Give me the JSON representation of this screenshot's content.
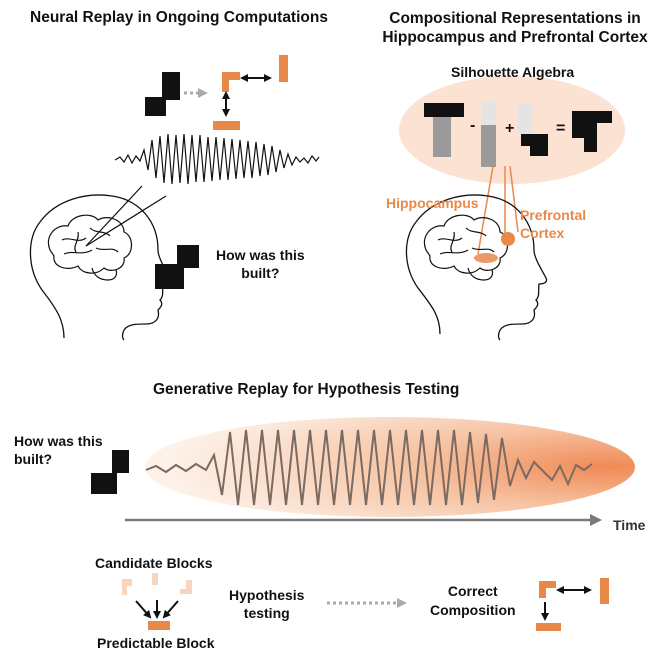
{
  "colors": {
    "orange": "#e8894a",
    "light_orange": "#f7d6bf",
    "pale_peach": "#fbe2d2",
    "black": "#111111",
    "grey": "#9a9a9a",
    "dashed_arrow": "#aaaaaa",
    "wave": "#7a6a62"
  },
  "top_left": {
    "title": "Neural Replay in Ongoing Computations",
    "question_line1": "How was this",
    "question_line2": "built?"
  },
  "top_right": {
    "title_line1": "Compositional Representations in",
    "title_line2": "Hippocampus and Prefrontal Cortex",
    "algebra_label": "Silhouette Algebra",
    "minus_sign": "-",
    "plus_sign": "+",
    "equals_sign": "=",
    "hippocampus_label": "Hippocampus",
    "prefrontal_line1": "Prefrontal",
    "prefrontal_line2": "Cortex"
  },
  "bottom": {
    "title": "Generative Replay for Hypothesis Testing",
    "question_line1": "How was this",
    "question_line2": "built?",
    "time_label": "Time",
    "candidate_label": "Candidate Blocks",
    "predictable_label": "Predictable Block",
    "hypothesis_line1": "Hypothesis",
    "hypothesis_line2": "testing",
    "correct_line1": "Correct",
    "correct_line2": "Composition"
  }
}
